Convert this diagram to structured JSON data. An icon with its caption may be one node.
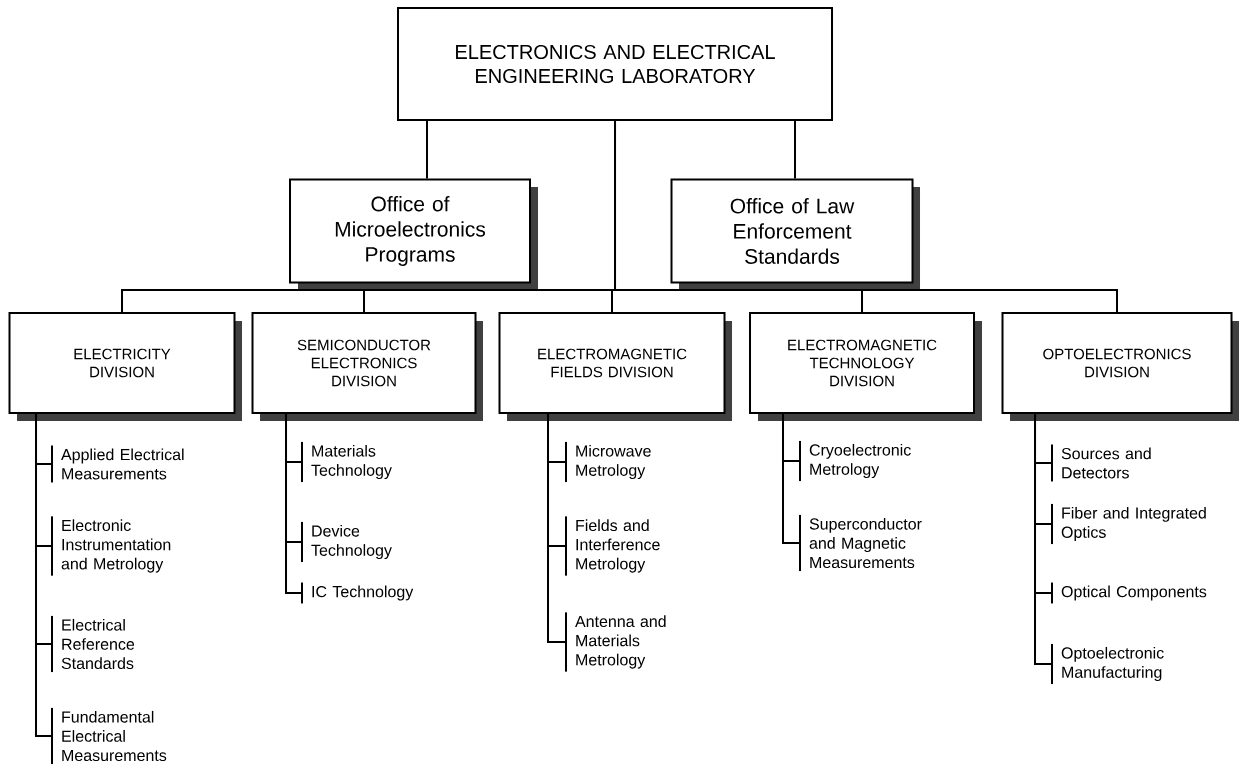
{
  "diagram": {
    "nodes": [
      {
        "text": [
          "ELECTRONICS AND ELECTRICAL ENGINEERING LABORATORY"
        ]
      },
      {
        "text": [
          "Office of Microelectronics Programs"
        ]
      },
      {
        "text": [
          "Office of Law Enforcement Standards"
        ]
      },
      {
        "text": [
          "ELECTRICITY DIVISION"
        ]
      },
      {
        "text": [
          "SEMICONDUCTOR ELECTRONICS DIVISION"
        ]
      },
      {
        "text": [
          "ELECTROMAGNETIC FIELDS DIVISION"
        ]
      },
      {
        "text": [
          "ELECTROMAGNETIC TECHNOLOGY DIVISION"
        ]
      },
      {
        "text": [
          "OPTOELECTRONICS DIVISION"
        ]
      },
      {
        "text": [
          "Applied Electrical Measurements"
        ]
      },
      {
        "text": [
          "Electronic Instrumentation and Metrology"
        ]
      },
      {
        "text": [
          "Electrical Reference Standards"
        ]
      },
      {
        "text": [
          "Fundamental Electrical Measurements"
        ]
      },
      {
        "text": [
          "Materials Technology"
        ]
      },
      {
        "text": [
          "Device Technology"
        ]
      },
      {
        "text": [
          "IC Technology"
        ]
      },
      {
        "text": [
          "Microwave Metrology"
        ]
      },
      {
        "text": [
          "Fields and Interference Metrology"
        ]
      },
      {
        "text": [
          "Antenna and Materials Metrology"
        ]
      },
      {
        "text": [
          "Cryoelectronic Metrology"
        ]
      },
      {
        "text": [
          "Superconductor and Magnetic Measurements"
        ]
      },
      {
        "text": [
          "Sources and Detectors"
        ]
      },
      {
        "text": [
          "Fiber and Integrated Optics"
        ]
      },
      {
        "text": [
          "Optical Components"
        ]
      },
      {
        "text": [
          "Optoelectronic Manufacturing"
        ]
      }
    ],
    "edges": [
      {
        "from": 0,
        "to": 1,
        "arrow": "none"
      },
      {
        "from": 0,
        "to": 2,
        "arrow": "none"
      },
      {
        "from": 0,
        "to": 3,
        "arrow": "none"
      },
      {
        "from": 0,
        "to": 4,
        "arrow": "none"
      },
      {
        "from": 0,
        "to": 5,
        "arrow": "none"
      },
      {
        "from": 0,
        "to": 6,
        "arrow": "none"
      },
      {
        "from": 0,
        "to": 7,
        "arrow": "none"
      },
      {
        "from": 3,
        "to": 8,
        "arrow": "none"
      },
      {
        "from": 3,
        "to": 9,
        "arrow": "none"
      },
      {
        "from": 3,
        "to": 10,
        "arrow": "none"
      },
      {
        "from": 3,
        "to": 11,
        "arrow": "none"
      },
      {
        "from": 4,
        "to": 12,
        "arrow": "none"
      },
      {
        "from": 4,
        "to": 13,
        "arrow": "none"
      },
      {
        "from": 4,
        "to": 14,
        "arrow": "none"
      },
      {
        "from": 5,
        "to": 15,
        "arrow": "none"
      },
      {
        "from": 5,
        "to": 16,
        "arrow": "none"
      },
      {
        "from": 5,
        "to": 17,
        "arrow": "none"
      },
      {
        "from": 6,
        "to": 18,
        "arrow": "none"
      },
      {
        "from": 6,
        "to": 19,
        "arrow": "none"
      },
      {
        "from": 7,
        "to": 20,
        "arrow": "none"
      },
      {
        "from": 7,
        "to": 21,
        "arrow": "none"
      },
      {
        "from": 7,
        "to": 22,
        "arrow": "none"
      },
      {
        "from": 7,
        "to": 23,
        "arrow": "none"
      }
    ]
  }
}
